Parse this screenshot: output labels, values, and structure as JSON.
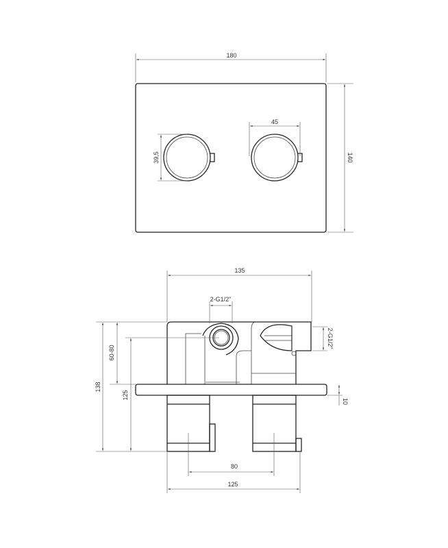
{
  "top_view": {
    "width_dim": "180",
    "height_dim": "140",
    "ring_diameter_dim": "39,5",
    "ring_spacing_dim": "45"
  },
  "front_view": {
    "body_width_dim": "135",
    "outlet_top_dim": "2-G1/2\"",
    "outlet_side_dim": "2-G1/2\"",
    "total_depth_dim": "138",
    "embed_depth_dim": "60-80",
    "axis_depth_dim": "125",
    "plate_thickness_dim": "10",
    "handle_spacing_dim": "80",
    "bottom_width_dim": "125"
  }
}
